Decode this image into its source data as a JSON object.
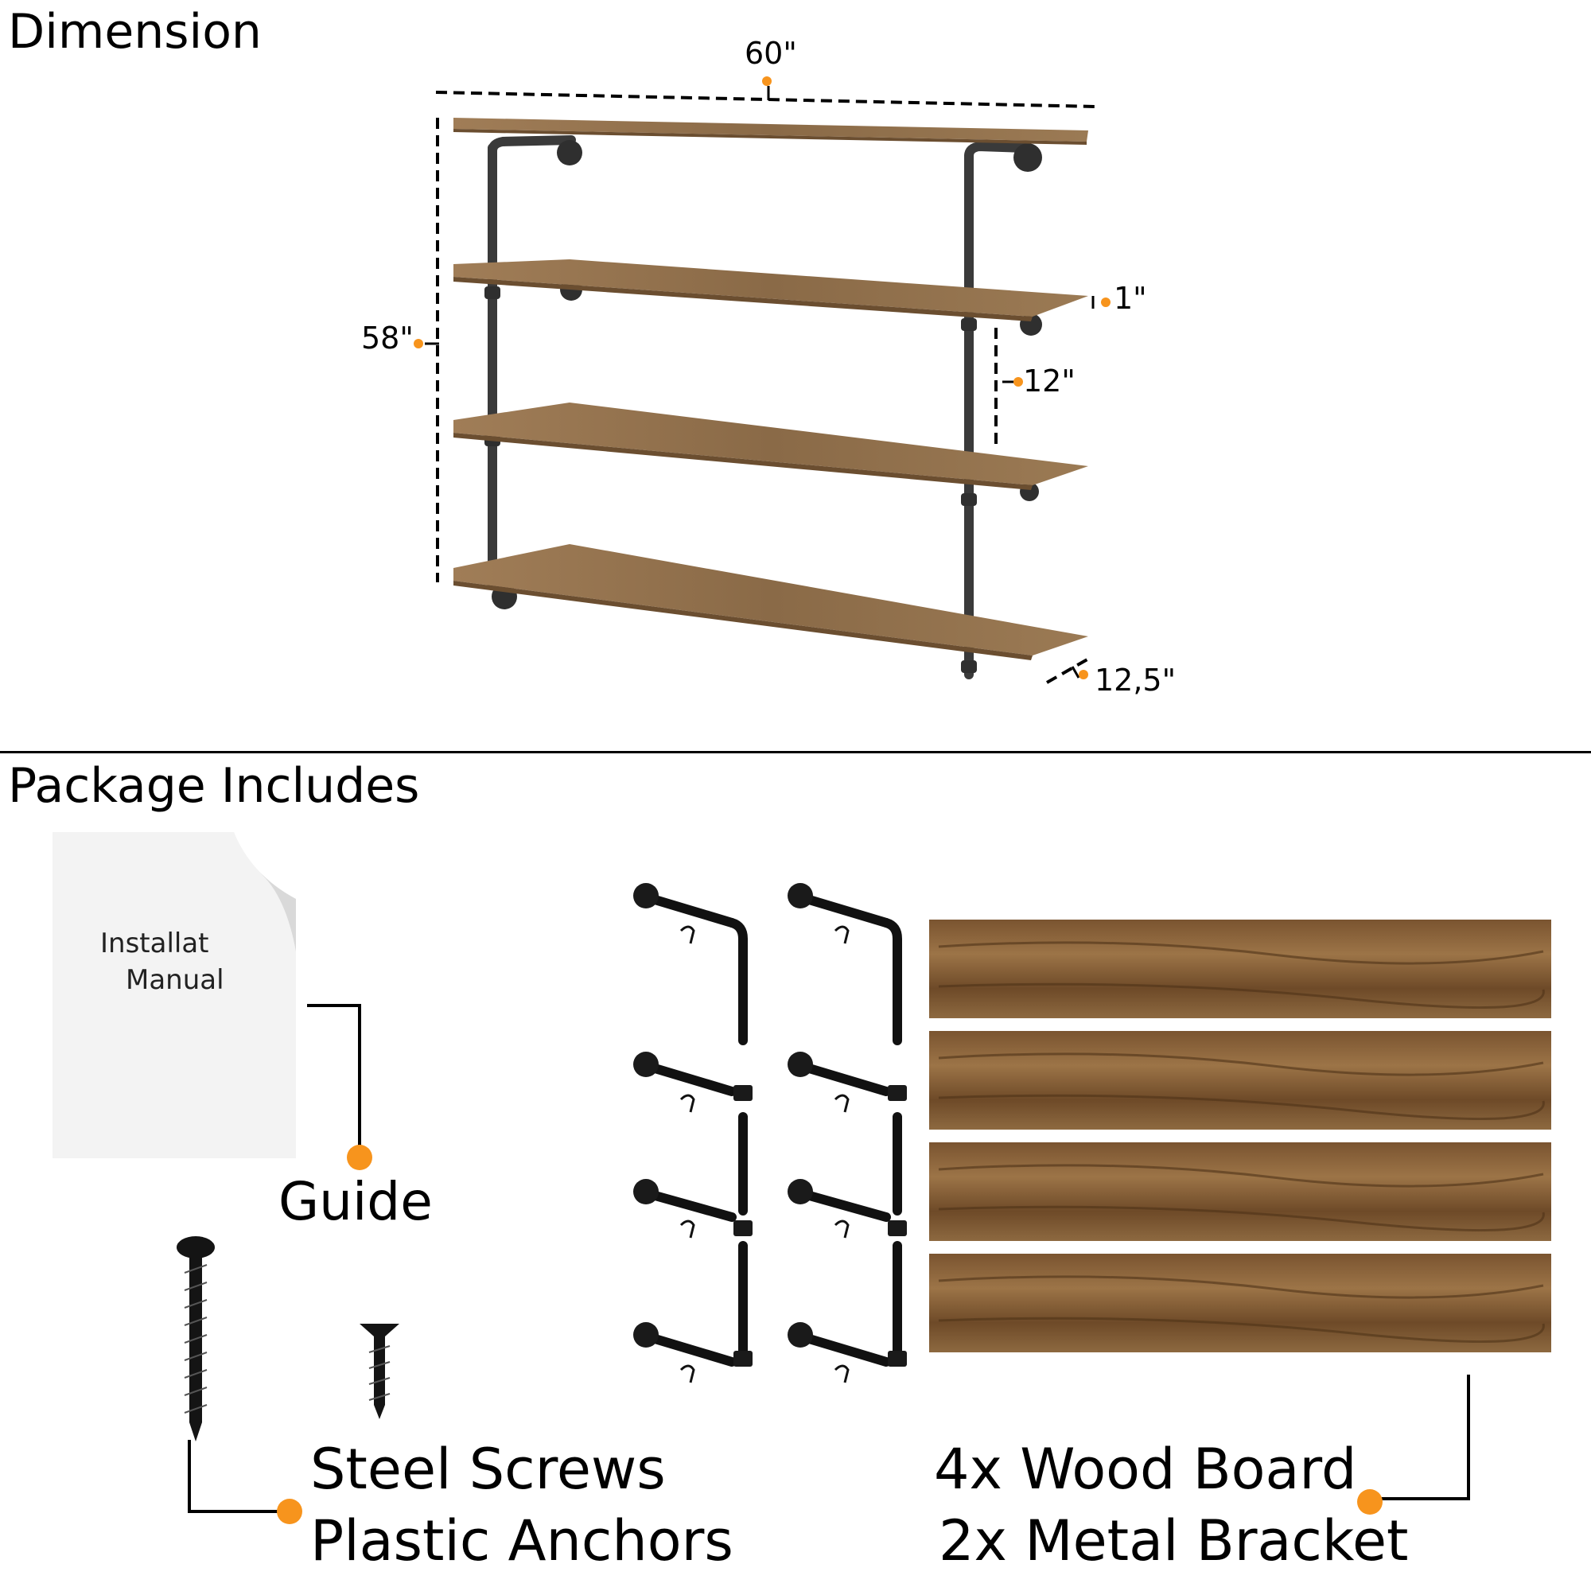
{
  "sections": {
    "dimension": "Dimension",
    "package": "Package Includes"
  },
  "dimensions": {
    "width": "60\"",
    "height": "58\"",
    "thickness": "1\"",
    "spacing": "12\"",
    "depth": "12,5\""
  },
  "manual": {
    "line1": "Installat",
    "line2": "Manual"
  },
  "items": {
    "guide": "Guide",
    "screws_line1": "Steel Screws",
    "screws_line2": "Plastic Anchors",
    "boards_line1": "4x Wood Board",
    "boards_line2": "2x Metal Bracket"
  },
  "colors": {
    "accent": "#F7941D",
    "wood": "#8B6A45",
    "pipe": "#3a3a3a"
  }
}
